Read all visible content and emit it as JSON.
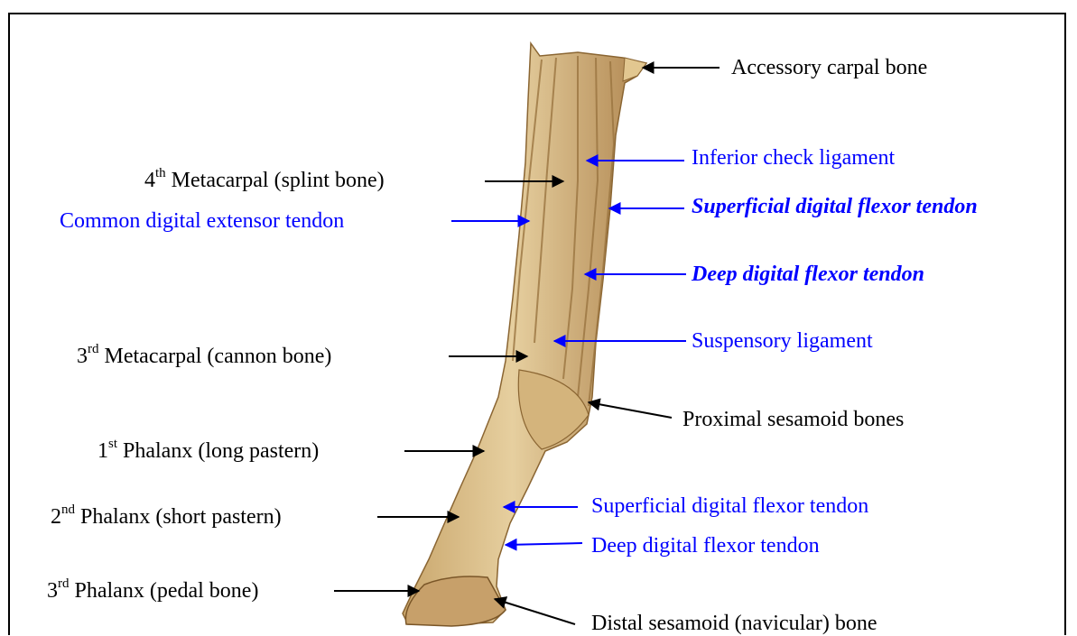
{
  "colors": {
    "black_text": "#000000",
    "blue_text": "#0000ff",
    "bone": "#d9b982",
    "bone_shadow": "#a47c45",
    "bone_light": "#efdcb4"
  },
  "labels": {
    "accessory_carpal": "Accessory carpal bone",
    "inferior_check": "Inferior check ligament",
    "metacarpal4_num": "4",
    "metacarpal4_sup": "th",
    "metacarpal4_text": " Metacarpal (splint bone)",
    "sdf_tendon_upper": "Superficial digital flexor tendon",
    "common_extensor": "Common digital extensor tendon",
    "ddf_tendon_upper": "Deep digital flexor tendon",
    "suspensory": "Suspensory ligament",
    "metacarpal3_num": "3",
    "metacarpal3_sup": "rd",
    "metacarpal3_text": " Metacarpal (cannon bone)",
    "proximal_sesamoid": "Proximal sesamoid bones",
    "phalanx1_num": "1",
    "phalanx1_sup": "st",
    "phalanx1_text": " Phalanx (long pastern)",
    "sdf_tendon_lower": "Superficial digital flexor tendon",
    "phalanx2_num": "2",
    "phalanx2_sup": "nd",
    "phalanx2_text": " Phalanx (short pastern)",
    "ddf_tendon_lower": "Deep digital flexor tendon",
    "phalanx3_num": "3",
    "phalanx3_sup": "rd",
    "phalanx3_text": " Phalanx (pedal bone)",
    "distal_sesamoid": "Distal sesamoid (navicular) bone"
  }
}
